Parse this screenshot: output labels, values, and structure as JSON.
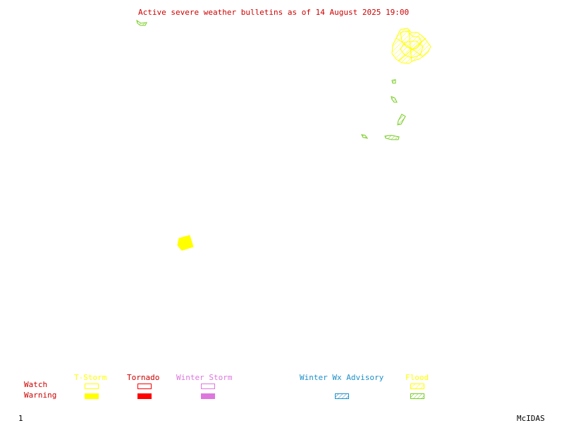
{
  "title": "Active severe weather bulletins as of 14 August 2025 19:00",
  "legend": {
    "categories": {
      "tstorm": "T-Storm",
      "tornado": "Tornado",
      "winter_storm": "Winter Storm",
      "winter_wx_advisory": "Winter Wx Advisory",
      "flood": "Flood"
    },
    "rows": {
      "watch": "Watch",
      "warning": "Warning"
    }
  },
  "colors": {
    "title": "#cc0000",
    "tstorm": "#ffff00",
    "tornado": "#ff0000",
    "winter_storm": "#dd77dd",
    "winter_wx_advisory": "#1e90c8",
    "flood": "#77cc22",
    "flood_label": "#ffff00",
    "row_label": "#cc0000"
  },
  "footer": {
    "frame_number": "1",
    "brand": "McIDAS"
  }
}
